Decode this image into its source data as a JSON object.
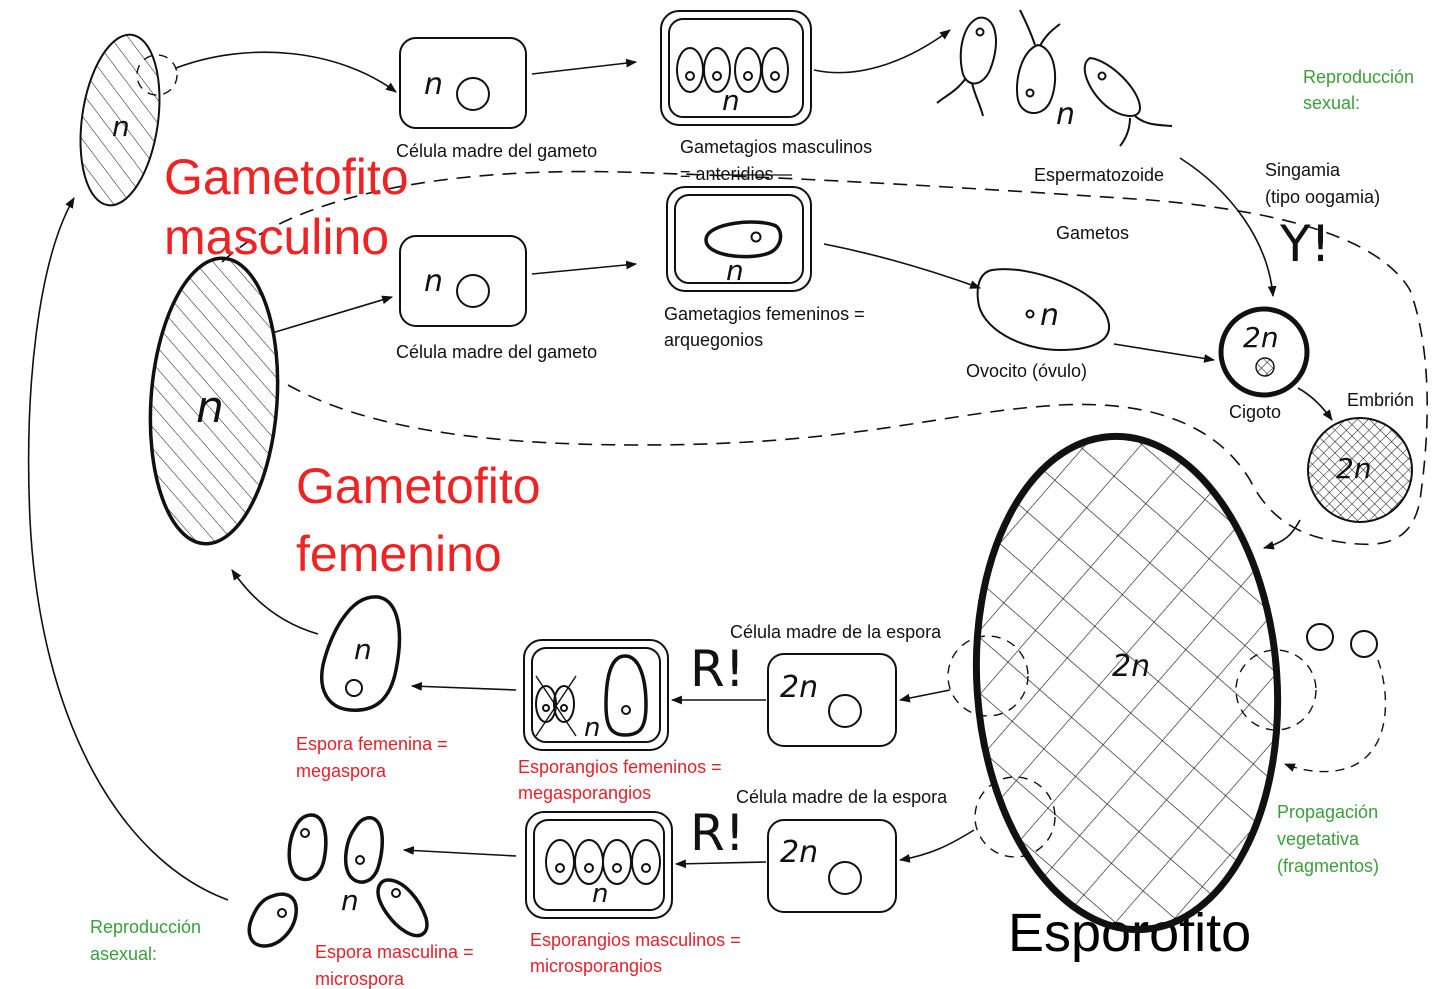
{
  "ploidy": {
    "haploid": "n",
    "diploid": "2n"
  },
  "titles": {
    "male_gametophyte_line1": "Gametofito",
    "male_gametophyte_line2": "masculino",
    "female_gametophyte_line1": "Gametofito",
    "female_gametophyte_line2": "femenino",
    "sporophyte": "Esporofito"
  },
  "labels": {
    "gamete_mother_cell_male": "Célula madre del gameto",
    "gamete_mother_cell_female": "Célula madre del gameto",
    "male_gametangia_line1": "Gametagios masculinos",
    "male_gametangia_line2": "= anteridios",
    "female_gametangia_line1": "Gametagios femeninos =",
    "female_gametangia_line2": "arquegonios",
    "sperm": "Espermatozoide",
    "gametes": "Gametos",
    "ovocyte": "Ovocito (óvulo)",
    "zygote": "Cigoto",
    "embryo": "Embrión",
    "syngamy_line1": "Singamia",
    "syngamy_line2": "(tipo oogamia)",
    "syngamy_mark": "Y!",
    "meiosis_mark_female": "R!",
    "meiosis_mark_male": "R!",
    "spore_mother_cell_female": "Célula madre de la espora",
    "spore_mother_cell_male": "Célula madre de la espora",
    "female_sporangia_line1": "Esporangios femeninos =",
    "female_sporangia_line2": "megasporangios",
    "male_sporangia_line1": "Esporangios masculinos =",
    "male_sporangia_line2": "microsporangios",
    "female_spore_line1": "Espora femenina =",
    "female_spore_line2": "megaspora",
    "male_spore_line1": "Espora masculina =",
    "male_spore_line2": "microspora",
    "sexual_repro_line1": "Reproducción",
    "sexual_repro_line2": "sexual:",
    "asexual_repro_line1": "Reproducción",
    "asexual_repro_line2": "asexual:",
    "vegetative_line1": "Propagación",
    "vegetative_line2": "vegetativa",
    "vegetative_line3": "(fragmentos)"
  },
  "colors": {
    "stroke": "#111111",
    "title_red": "#ee2424",
    "label_red": "#e8202a",
    "label_green": "#3a9e3a"
  }
}
